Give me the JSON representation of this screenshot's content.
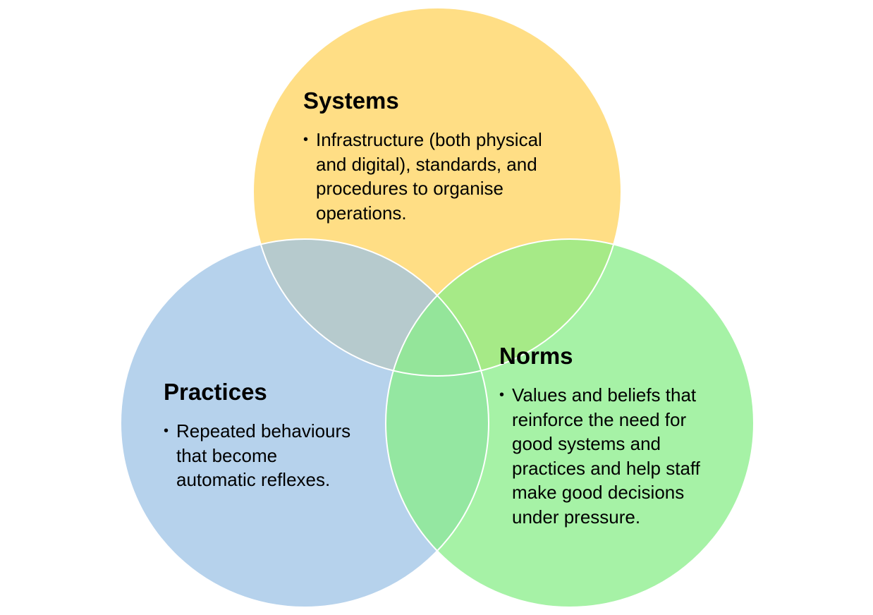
{
  "diagram": {
    "type": "venn",
    "colors": {
      "systems": "#FFD35C",
      "practices": "#9DC3E6",
      "norms": "#88EE88",
      "outline": "#FFFFFF"
    },
    "sets": [
      {
        "id": "systems",
        "title": "Systems",
        "bullet": "Infrastructure (both physical\nand digital), standards, and\nprocedures to organise\noperations."
      },
      {
        "id": "practices",
        "title": "Practices",
        "bullet": "Repeated behaviours\nthat become\nautomatic reflexes."
      },
      {
        "id": "norms",
        "title": "Norms",
        "bullet": "Values and beliefs that\nreinforce the need for\ngood systems and\npractices and help staff\nmake good decisions\nunder pressure."
      }
    ]
  }
}
